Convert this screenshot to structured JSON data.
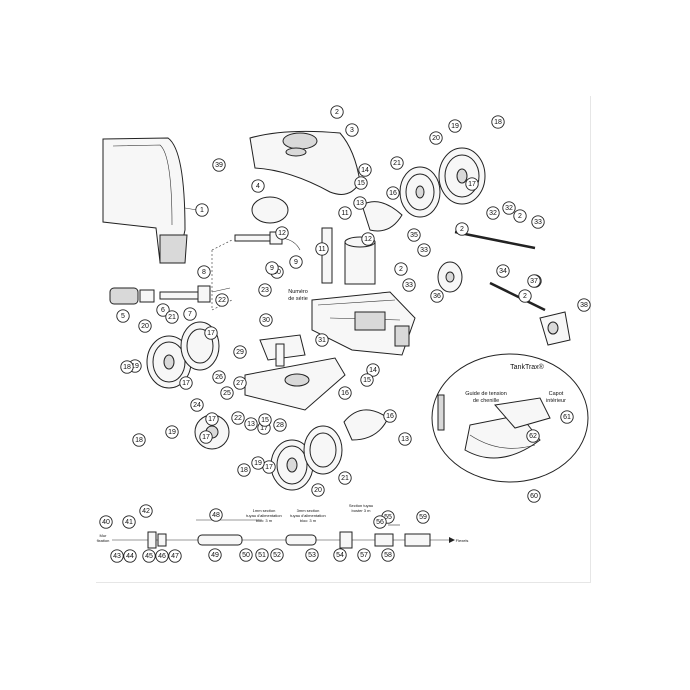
{
  "labels": {
    "serial": [
      "Numéro",
      "de série"
    ],
    "tanktrax": "TankTrax®",
    "guide": [
      "Guide de tension",
      "de chenille"
    ],
    "capot": [
      "Capot",
      "intérieur"
    ],
    "hose_a": [
      "1mm section",
      "tuyau d'alimentation",
      "bloc: 3 m"
    ],
    "hose_b": [
      "3mm section",
      "tuyau d'alimentation",
      "bloc: 3 m"
    ],
    "hose_c": [
      "Section tuyau",
      "boster 3 m"
    ],
    "wall": [
      "Mur",
      "fixation"
    ],
    "flow": "Flexels"
  },
  "callouts": [
    "1",
    "2",
    "3",
    "4",
    "5",
    "6",
    "7",
    "8",
    "9",
    "10",
    "11",
    "12",
    "13",
    "14",
    "15",
    "16",
    "17",
    "18",
    "19",
    "20",
    "21",
    "22",
    "23",
    "24",
    "25",
    "26",
    "27",
    "28",
    "29",
    "30",
    "31",
    "32",
    "33",
    "34",
    "35",
    "36",
    "37",
    "38",
    "39",
    "40",
    "41",
    "42",
    "43",
    "44",
    "45",
    "46",
    "47",
    "48",
    "49",
    "50",
    "51",
    "52",
    "53",
    "54",
    "55",
    "56",
    "57",
    "58",
    "59",
    "60",
    "61",
    "62"
  ]
}
